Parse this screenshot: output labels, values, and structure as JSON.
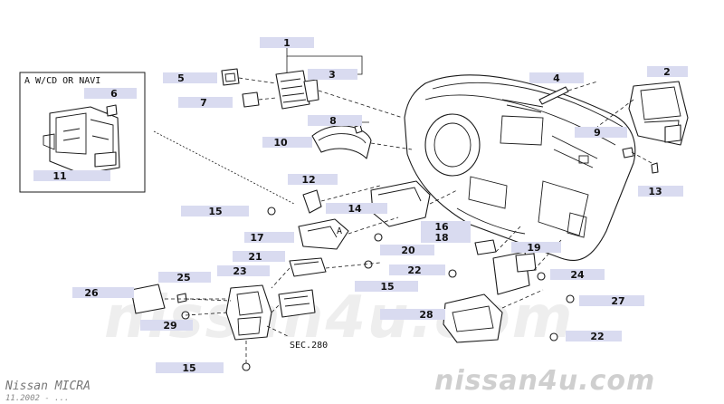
{
  "inset": {
    "title": "A W/CD OR NAVI"
  },
  "callouts": {
    "c1": "1",
    "c2": "2",
    "c3": "3",
    "c4": "4",
    "c5": "5",
    "c6": "6",
    "c7": "7",
    "c8": "8",
    "c9": "9",
    "c10": "10",
    "c11": "11",
    "c12": "12",
    "c13": "13",
    "c14": "14",
    "c15a": "15",
    "c15b": "15",
    "c15c": "15",
    "c16": "16",
    "c17": "17",
    "c18": "18",
    "c19": "19",
    "c20": "20",
    "c21": "21",
    "c22a": "22",
    "c22b": "22",
    "c23": "23",
    "c24": "24",
    "c25": "25",
    "c26": "26",
    "c27": "27",
    "c28": "28",
    "c29": "29"
  },
  "labels": {
    "sec": "SEC.280",
    "a_marker": "A"
  },
  "watermark": {
    "center": "nissan4u.com",
    "corner": "nissan4u.com"
  },
  "footer": {
    "model": "Nissan MICRA",
    "date": "11.2002 - ..."
  },
  "colors": {
    "callout_bg": "#d9dbf0",
    "line": "#1a1a1a"
  }
}
